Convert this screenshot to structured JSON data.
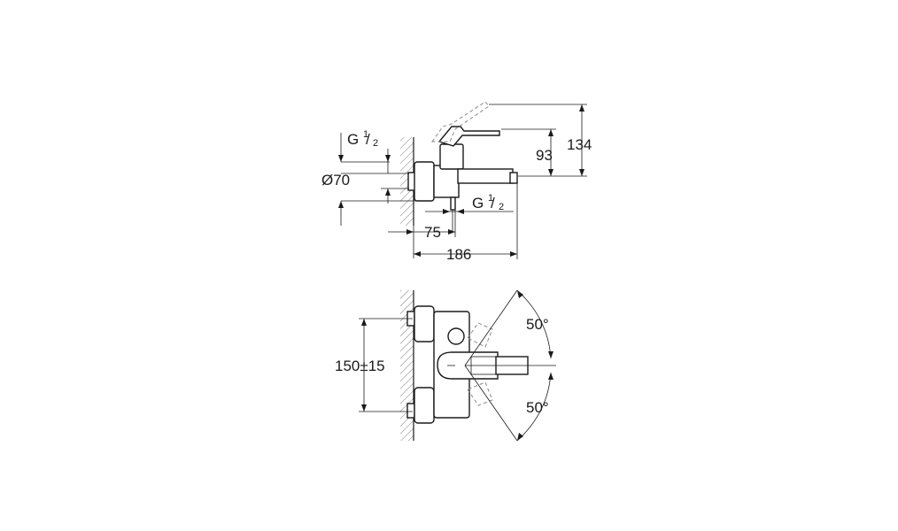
{
  "side_view": {
    "thread_label_main": "G",
    "thread_label_num": "1",
    "thread_label_den": "2",
    "thread_label_main_2": "G",
    "thread_label_num_2": "1",
    "thread_label_den_2": "2",
    "diameter_label": "Ø70",
    "height_total_label": "134",
    "height_spout_label": "93",
    "depth_inlet_label": "75",
    "depth_total_label": "186"
  },
  "top_view": {
    "angle_upper_label": "50°",
    "angle_lower_label": "50°",
    "center_distance_label": "150±15"
  },
  "colors": {
    "line": "#1a1a1a",
    "ghost": "#8a8a8a",
    "background": "#ffffff"
  }
}
